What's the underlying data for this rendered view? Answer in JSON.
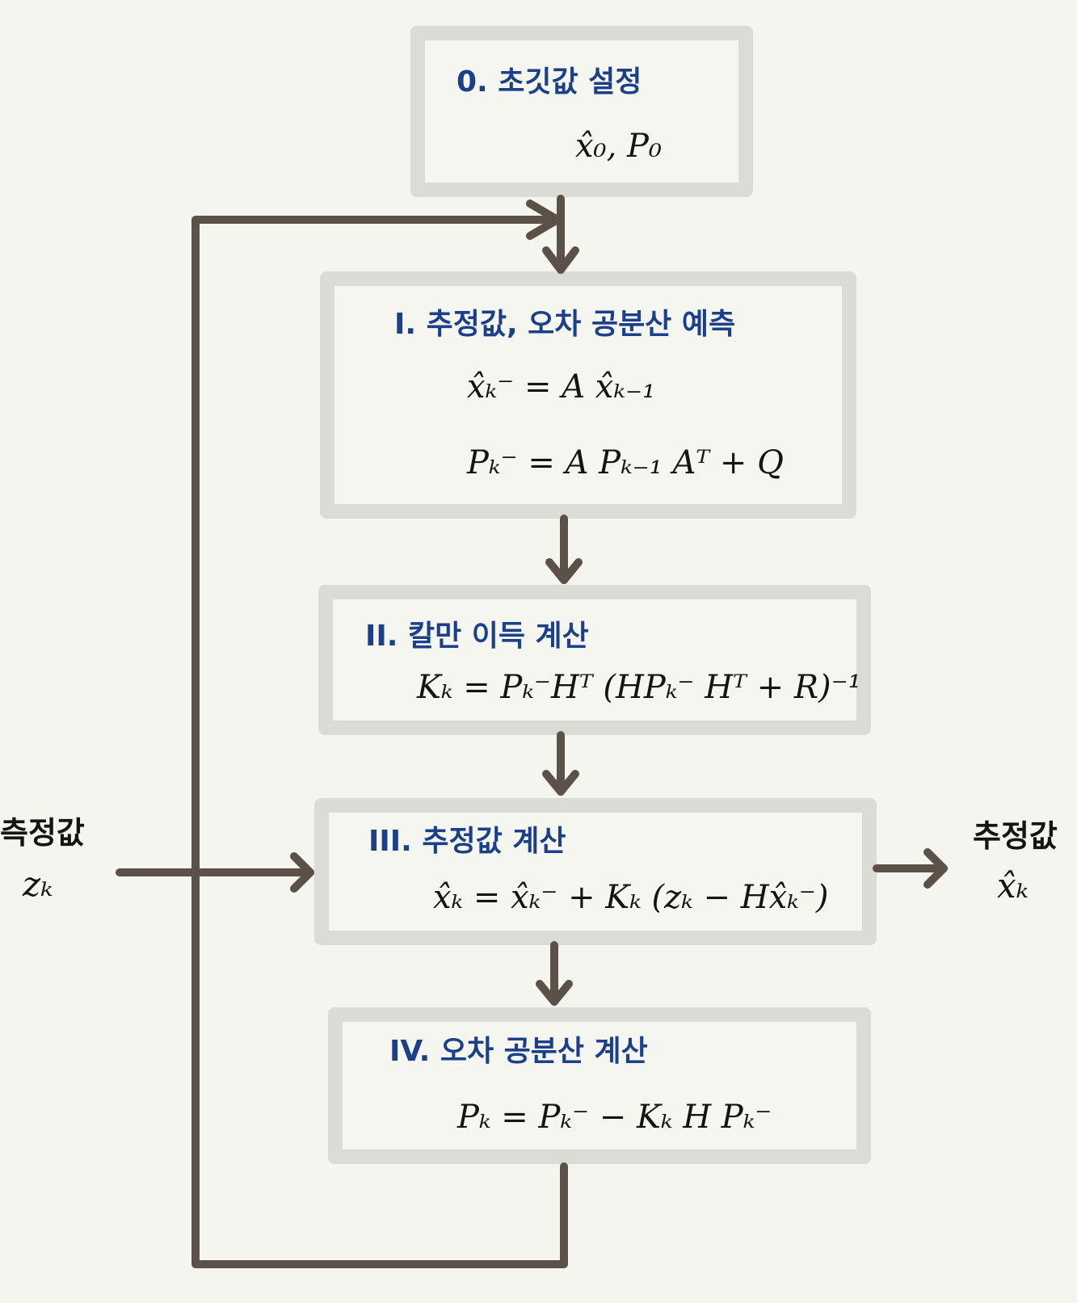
{
  "steps": [
    {
      "title": "0. 초깃값 설정",
      "equations": [
        "x̂₀, P₀"
      ]
    },
    {
      "title": "I. 추정값, 오차 공분산 예측",
      "equations": [
        "x̂ₖ⁻ = A x̂ₖ₋₁",
        "Pₖ⁻ = A Pₖ₋₁ Aᵀ + Q"
      ]
    },
    {
      "title": "II. 칼만 이득 계산",
      "equations": [
        "Kₖ = Pₖ⁻Hᵀ (HPₖ⁻ Hᵀ + R)⁻¹"
      ]
    },
    {
      "title": "III. 추정값 계산",
      "equations": [
        "x̂ₖ = x̂ₖ⁻ + Kₖ (zₖ − Hx̂ₖ⁻)"
      ]
    },
    {
      "title": "IV. 오차 공분산 계산",
      "equations": [
        "Pₖ = Pₖ⁻ − Kₖ H Pₖ⁻"
      ]
    }
  ],
  "input": {
    "label": "측정값",
    "variable": "zₖ"
  },
  "output": {
    "label": "추정값",
    "variable": "x̂ₖ"
  },
  "colors": {
    "title": "#1b3f8a",
    "arrow": "#5b5148",
    "box_border": "#dcdcd6"
  }
}
